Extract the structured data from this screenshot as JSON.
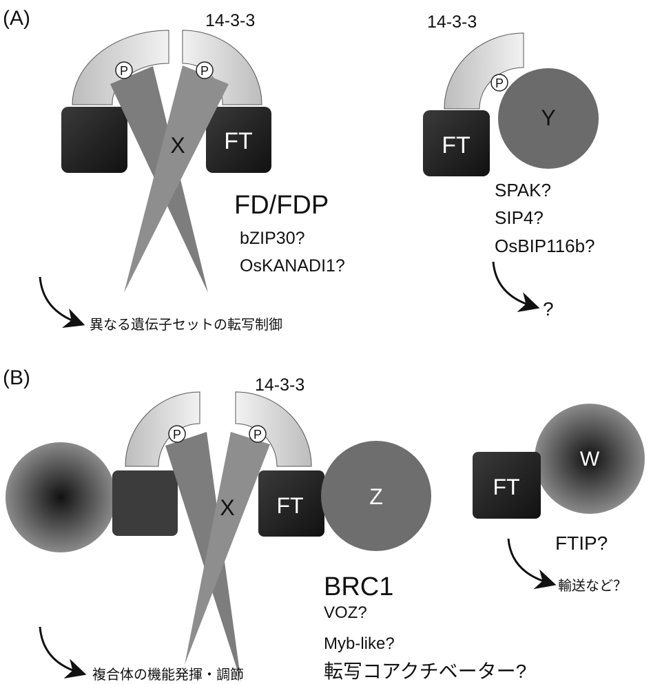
{
  "panel_a": {
    "label": "(A)",
    "left": {
      "protein_label": "14-3-3",
      "p_label": "P",
      "x_label": "X",
      "ft_label": "FT",
      "partner_main": "FD/FDP",
      "partners": [
        "bZIP30?",
        "OsKANADI1?"
      ],
      "outcome": "異なる遺伝子セットの転写制御"
    },
    "right": {
      "protein_label": "14-3-3",
      "p_label": "P",
      "ft_label": "FT",
      "y_label": "Y",
      "partners": [
        "SPAK?",
        "SIP4?",
        "OsBIP116b?"
      ],
      "outcome": "?"
    }
  },
  "panel_b": {
    "label": "(B)",
    "left": {
      "protein_label": "14-3-3",
      "p_label": "P",
      "x_label": "X",
      "ft_label": "FT",
      "z_label": "Z",
      "partner_main": "BRC1",
      "partners": [
        "VOZ?",
        "Myb-like?",
        "転写コアクチベーター?"
      ],
      "outcome": "複合体の機能発揮・調節"
    },
    "right": {
      "ft_label": "FT",
      "w_label": "W",
      "partner": "FTIP?",
      "outcome": "輸送など？"
    }
  },
  "colors": {
    "arc": "#d8d8d8",
    "bar": "#808080",
    "square": "#2a2a2a",
    "circle": "#666666"
  }
}
